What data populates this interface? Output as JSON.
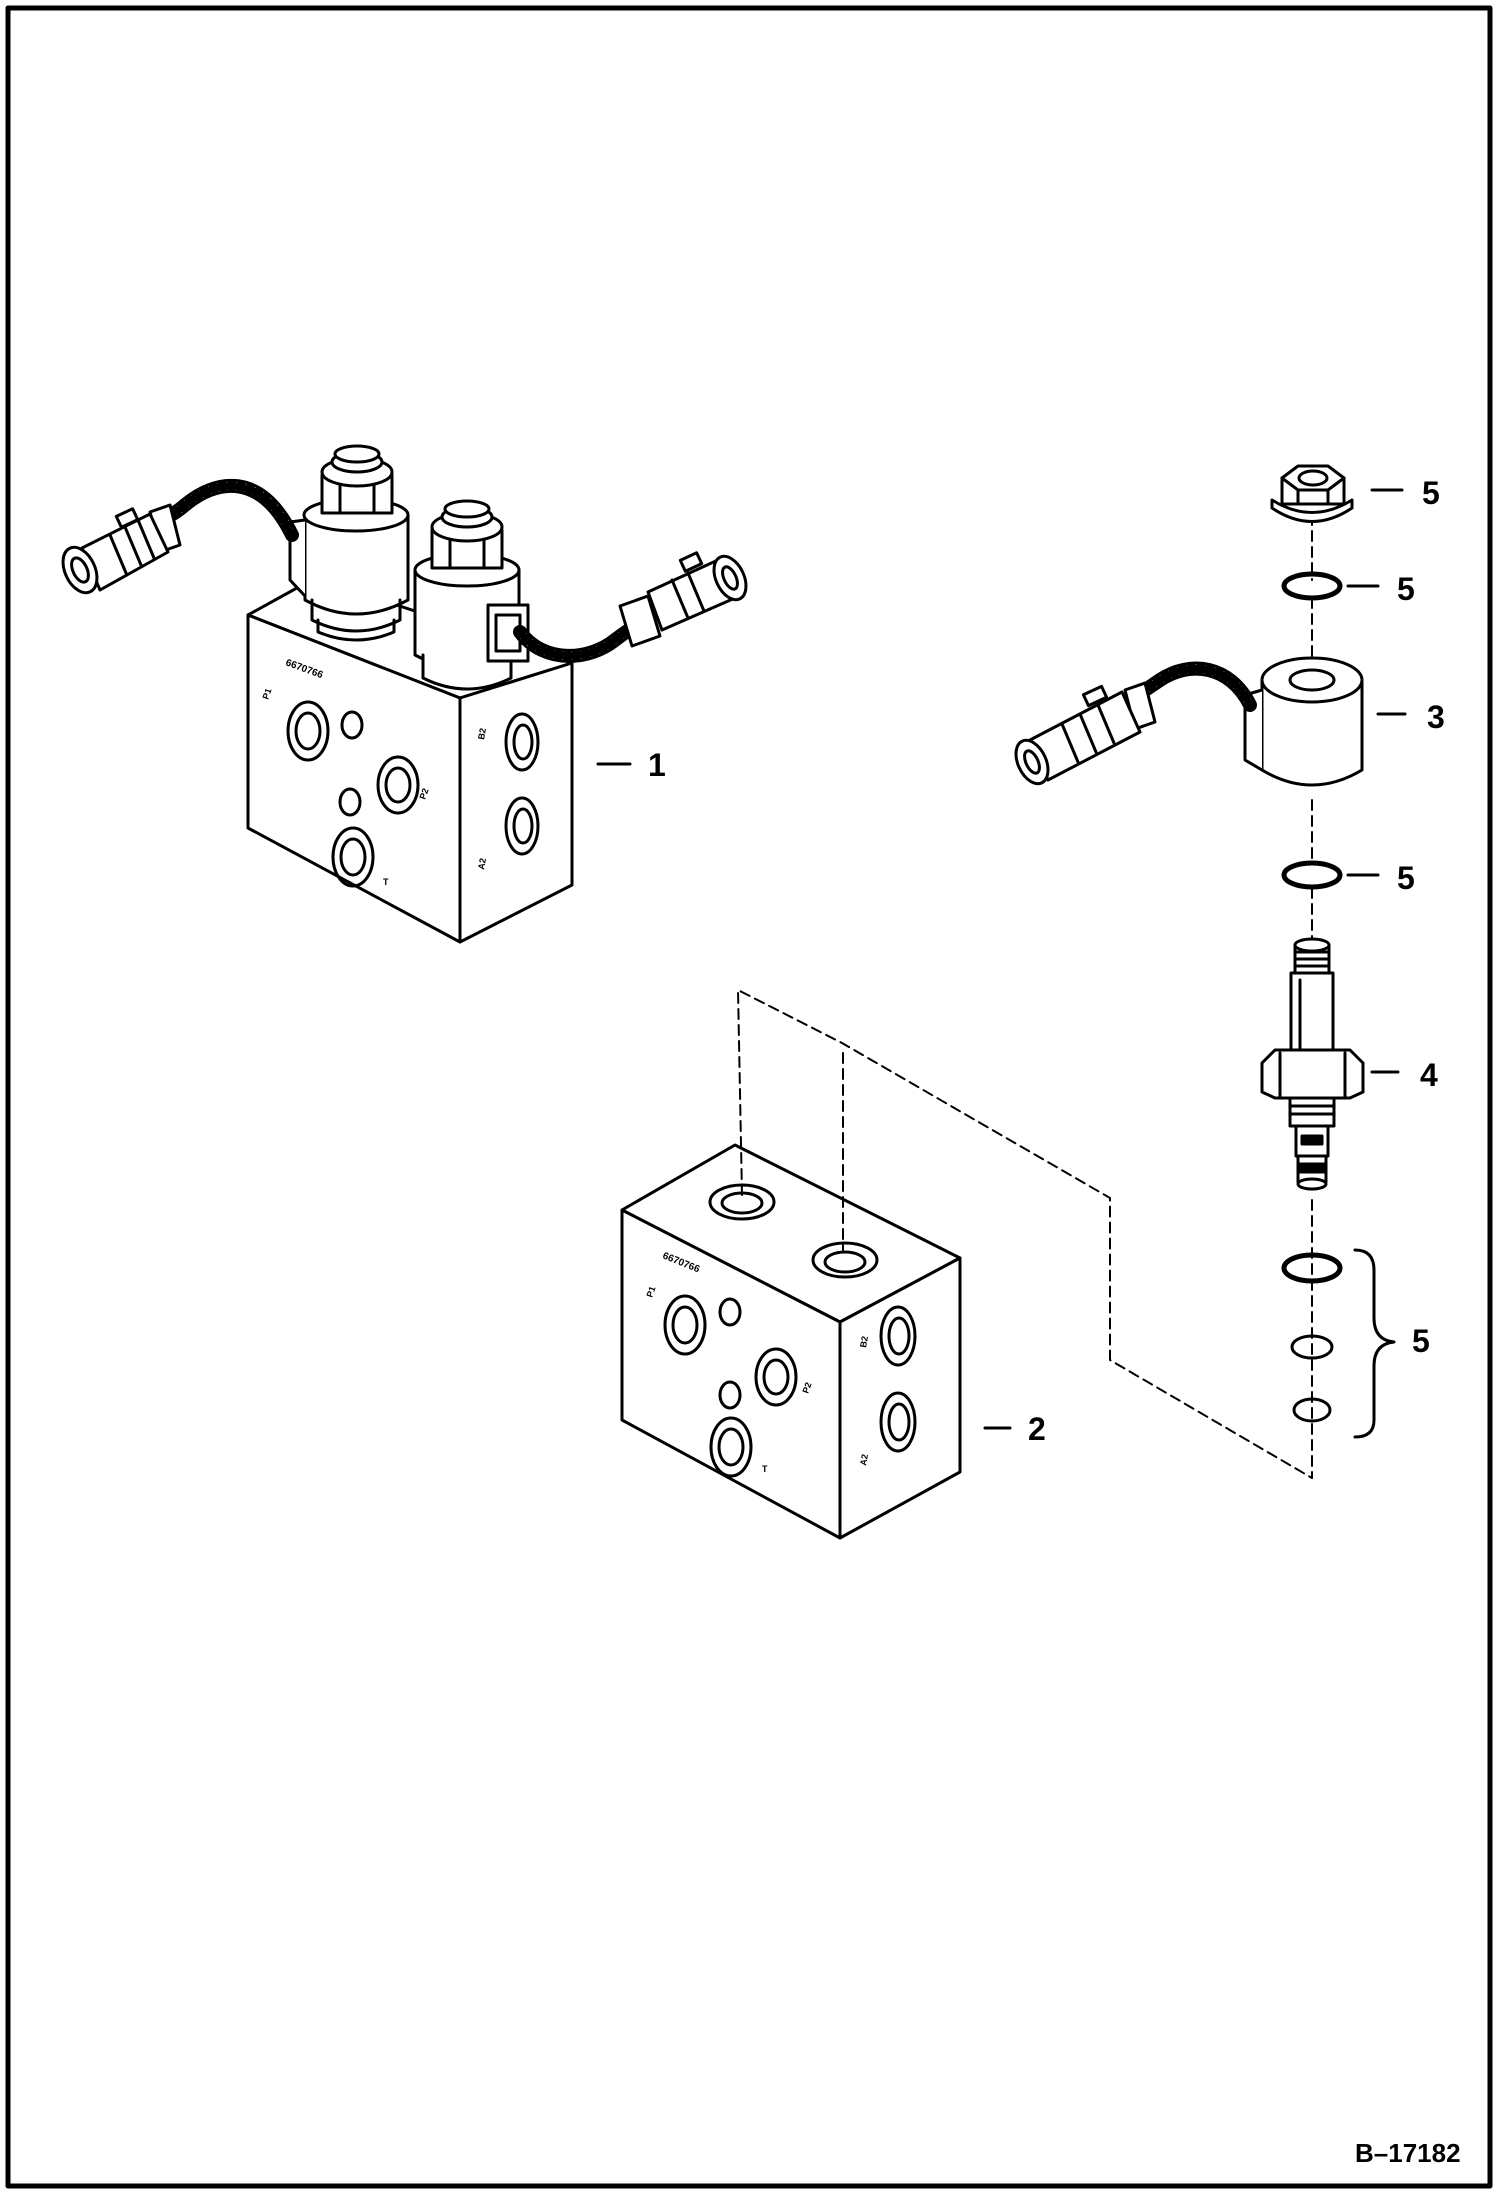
{
  "figure": {
    "drawing_id": "B–17182",
    "part_stamp": "6670766",
    "port_labels": {
      "p1": "P1",
      "p2": "P2",
      "t": "T",
      "a2": "A2",
      "b2": "B2"
    },
    "callouts": [
      {
        "key": "valve_assembly",
        "text": "1"
      },
      {
        "key": "manifold_body",
        "text": "2"
      },
      {
        "key": "solenoid_coil",
        "text": "3"
      },
      {
        "key": "cartridge_valve",
        "text": "4"
      },
      {
        "key": "nut",
        "text": "5"
      },
      {
        "key": "oring_top",
        "text": "5"
      },
      {
        "key": "oring_mid",
        "text": "5"
      },
      {
        "key": "seal_kit",
        "text": "5"
      }
    ]
  },
  "colors": {
    "line": "#000000",
    "background": "#ffffff"
  }
}
